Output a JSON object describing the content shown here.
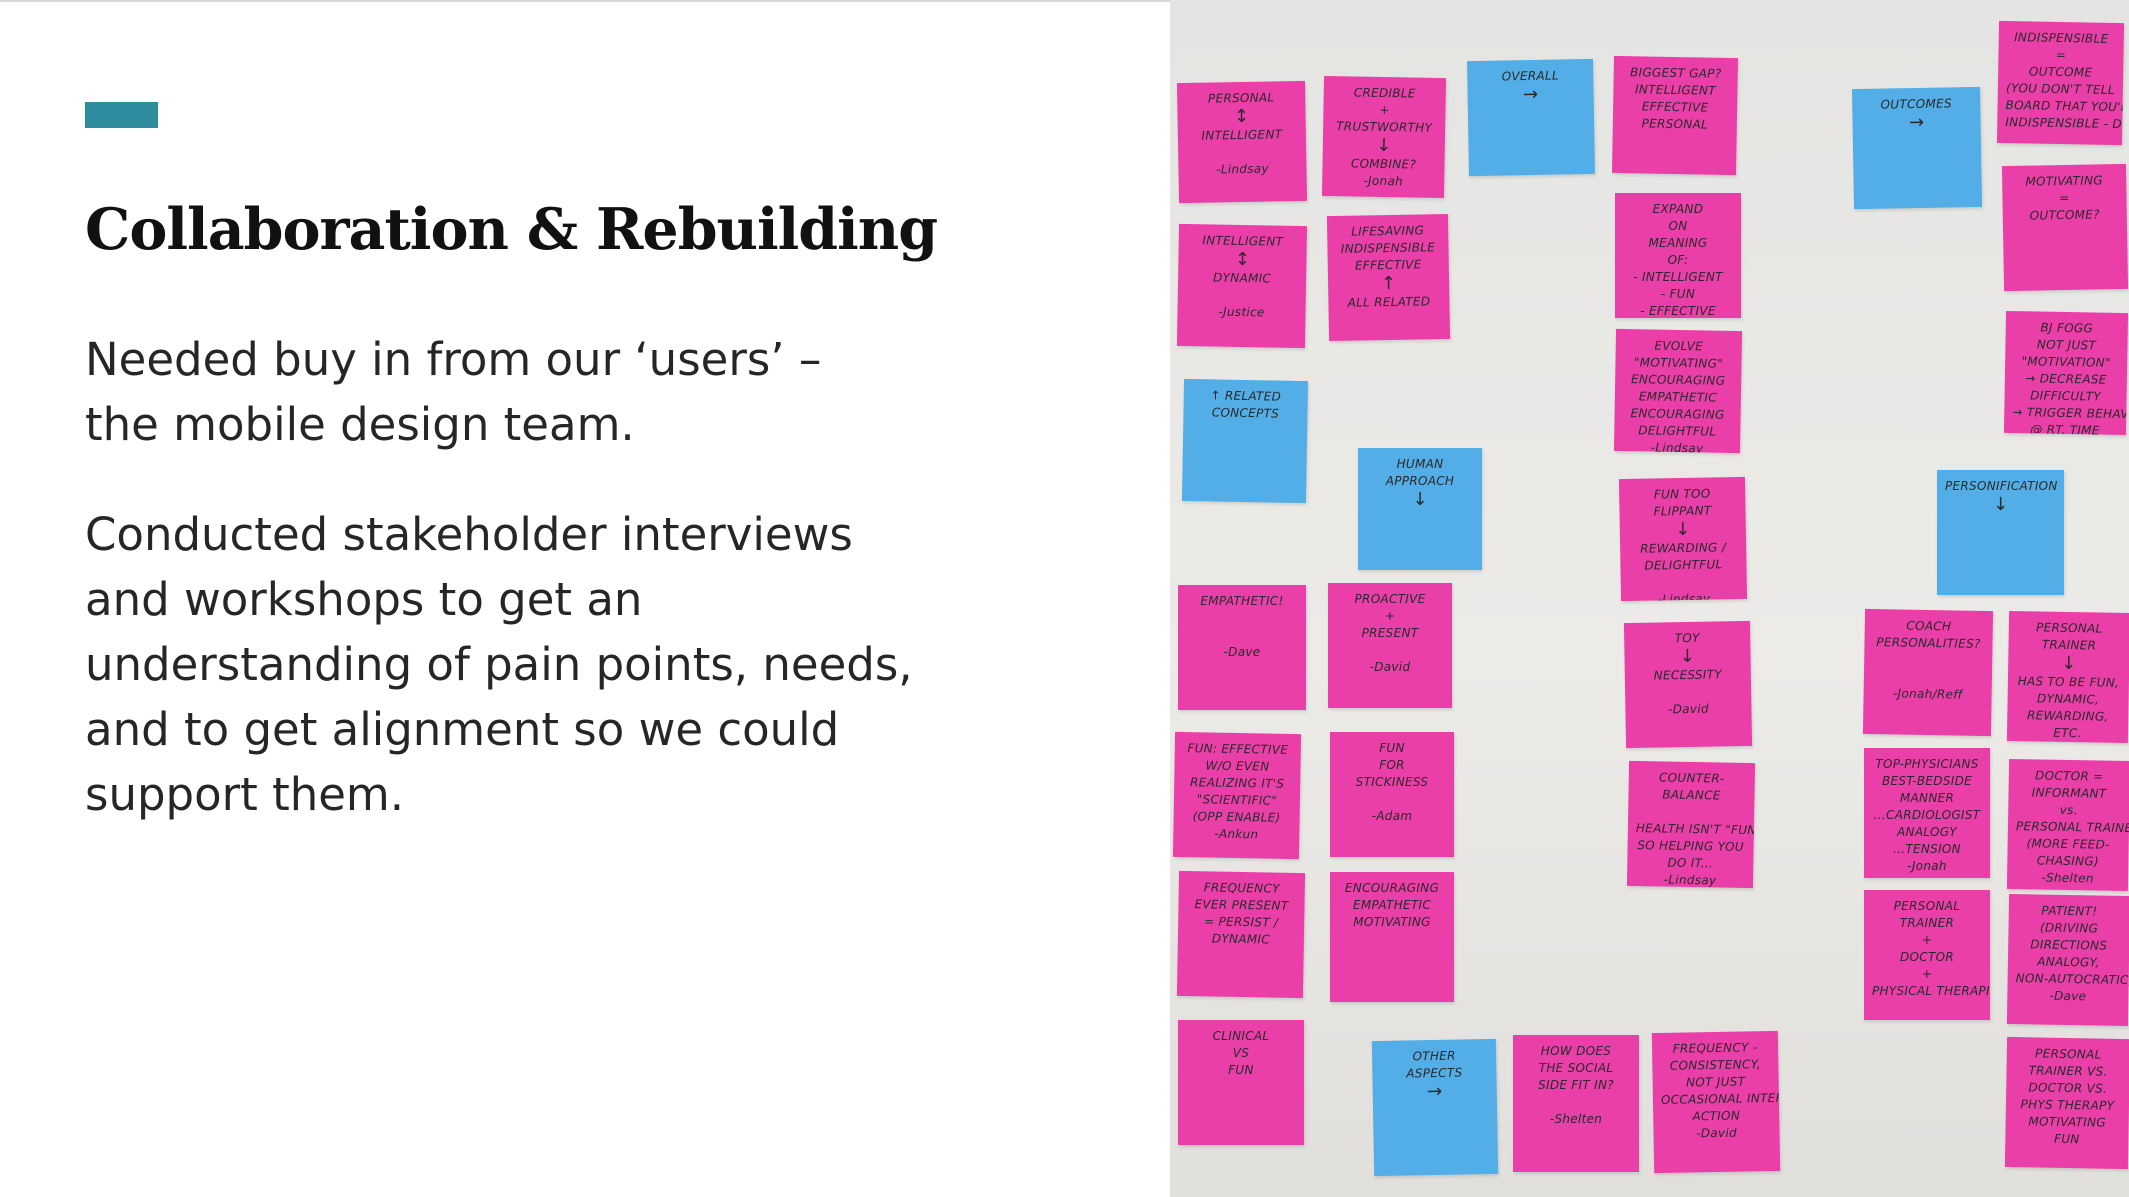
{
  "slide": {
    "title": "Collaboration & Rebuilding",
    "paragraphs": [
      {
        "lines": [
          "Needed buy in from our ‘users’ –",
          "the mobile design team."
        ]
      },
      {
        "lines": [
          "Conducted stakeholder interviews",
          "and workshops to get an",
          "understanding of pain points, needs,",
          "and to get alignment so we could",
          "support them."
        ]
      }
    ],
    "colors": {
      "accent": "#2e8c9e",
      "title": "#111111",
      "body": "#262626",
      "pink_note": "#ea3fa9",
      "blue_note": "#53ade6"
    }
  },
  "photo": {
    "notes": [
      {
        "color": "pink",
        "text": [
          "PERSONAL",
          "↕",
          "INTELLIGENT",
          "",
          "-Lindsay"
        ]
      },
      {
        "color": "pink",
        "text": [
          "CREDIBLE",
          "+",
          "TRUSTWORTHY",
          "↓",
          "COMBINE?",
          "-Jonah"
        ]
      },
      {
        "color": "blue",
        "text": [
          "OVERALL",
          "→"
        ]
      },
      {
        "color": "pink",
        "text": [
          "BIGGEST GAP?",
          "INTELLIGENT",
          "EFFECTIVE",
          "PERSONAL"
        ]
      },
      {
        "color": "blue",
        "text": [
          "OUTCOMES",
          "→"
        ]
      },
      {
        "color": "pink",
        "text": [
          "INDISPENSIBLE",
          "=",
          "OUTCOME",
          "(YOU DON'T TELL",
          "BOARD THAT YOU'RE",
          "INDISPENSIBLE - Dave)"
        ]
      },
      {
        "color": "pink",
        "text": [
          "INTELLIGENT",
          "↕",
          "DYNAMIC",
          "",
          "-Justice"
        ]
      },
      {
        "color": "pink",
        "text": [
          "LIFESAVING",
          "INDISPENSIBLE",
          "EFFECTIVE",
          "↑",
          "ALL RELATED"
        ]
      },
      {
        "color": "pink",
        "text": [
          "EXPAND",
          "ON",
          "MEANING",
          "OF:",
          "- INTELLIGENT",
          "- FUN",
          "- EFFECTIVE"
        ]
      },
      {
        "color": "pink",
        "text": [
          "MOTIVATING",
          "=",
          "OUTCOME?"
        ]
      },
      {
        "color": "pink",
        "text": [
          "EVOLVE",
          "\"MOTIVATING\"",
          "ENCOURAGING",
          "EMPATHETIC",
          "ENCOURAGING",
          "DELIGHTFUL",
          "-Lindsay"
        ]
      },
      {
        "color": "pink",
        "text": [
          "BJ FOGG",
          "NOT JUST",
          "\"MOTIVATION\"",
          "→ DECREASE",
          "DIFFICULTY",
          "→ TRIGGER BEHAVIOR",
          "@ RT. TIME"
        ]
      },
      {
        "color": "blue",
        "text": [
          "↑ RELATED",
          "CONCEPTS"
        ]
      },
      {
        "color": "blue",
        "text": [
          "HUMAN",
          "APPROACH",
          "↓"
        ]
      },
      {
        "color": "pink",
        "text": [
          "FUN TOO",
          "FLIPPANT",
          "↓",
          "REWARDING /",
          "DELIGHTFUL",
          "",
          "-Lindsay"
        ]
      },
      {
        "color": "blue",
        "text": [
          "PERSONIFICATION",
          "↓"
        ]
      },
      {
        "color": "pink",
        "text": [
          "EMPATHETIC!",
          "",
          "",
          "-Dave"
        ]
      },
      {
        "color": "pink",
        "text": [
          "PROACTIVE",
          "+",
          "PRESENT",
          "",
          "-David"
        ]
      },
      {
        "color": "pink",
        "text": [
          "TOY",
          "↓",
          "NECESSITY",
          "",
          "-David"
        ]
      },
      {
        "color": "pink",
        "text": [
          "COACH",
          "PERSONALITIES?",
          "",
          "",
          "-Jonah/Reff"
        ]
      },
      {
        "color": "pink",
        "text": [
          "PERSONAL",
          "TRAINER",
          "↓",
          "HAS TO BE FUN,",
          "DYNAMIC,",
          "REWARDING,",
          "ETC."
        ]
      },
      {
        "color": "pink",
        "text": [
          "FUN: EFFECTIVE",
          "W/O EVEN",
          "REALIZING IT'S",
          "\"SCIENTIFIC\"",
          "(OPP ENABLE)",
          "-Ankun"
        ]
      },
      {
        "color": "pink",
        "text": [
          "FUN",
          "FOR",
          "STICKINESS",
          "",
          "-Adam"
        ]
      },
      {
        "color": "pink",
        "text": [
          "COUNTER-",
          "BALANCE",
          "",
          "HEALTH ISN'T \"FUN\"",
          "SO HELPING YOU",
          "DO IT...",
          "-Lindsay"
        ]
      },
      {
        "color": "pink",
        "text": [
          "TOP-PHYSICIANS",
          "BEST-BEDSIDE",
          "MANNER",
          "...CARDIOLOGIST",
          "ANALOGY",
          "...TENSION",
          "-Jonah"
        ]
      },
      {
        "color": "pink",
        "text": [
          "DOCTOR =",
          "INFORMANT",
          "vs.",
          "PERSONAL TRAINER",
          "(MORE FEED-",
          "CHASING)",
          "-Shelten"
        ]
      },
      {
        "color": "pink",
        "text": [
          "FREQUENCY",
          "EVER PRESENT",
          "= PERSIST /",
          "DYNAMIC"
        ]
      },
      {
        "color": "pink",
        "text": [
          "ENCOURAGING",
          "EMPATHETIC",
          "MOTIVATING"
        ]
      },
      {
        "color": "pink",
        "text": [
          "PERSONAL",
          "TRAINER",
          "+",
          "DOCTOR",
          "+",
          "PHYSICAL THERAPIST"
        ]
      },
      {
        "color": "pink",
        "text": [
          "PATIENT!",
          "(DRIVING",
          "DIRECTIONS",
          "ANALOGY,",
          "NON-AUTOCRATIC)",
          "-Dave"
        ]
      },
      {
        "color": "pink",
        "text": [
          "CLINICAL",
          "VS",
          "FUN"
        ]
      },
      {
        "color": "blue",
        "text": [
          "OTHER",
          "ASPECTS",
          "→"
        ]
      },
      {
        "color": "pink",
        "text": [
          "HOW DOES",
          "THE SOCIAL",
          "SIDE FIT IN?",
          "",
          "-Shelten"
        ]
      },
      {
        "color": "pink",
        "text": [
          "FREQUENCY -",
          "CONSISTENCY,",
          "NOT JUST",
          "OCCASIONAL INTER-",
          "ACTION",
          "-David"
        ]
      },
      {
        "color": "pink",
        "text": [
          "PERSONAL",
          "TRAINER VS.",
          "DOCTOR VS.",
          "PHYS THERAPY",
          "MOTIVATING",
          "FUN"
        ]
      }
    ]
  }
}
